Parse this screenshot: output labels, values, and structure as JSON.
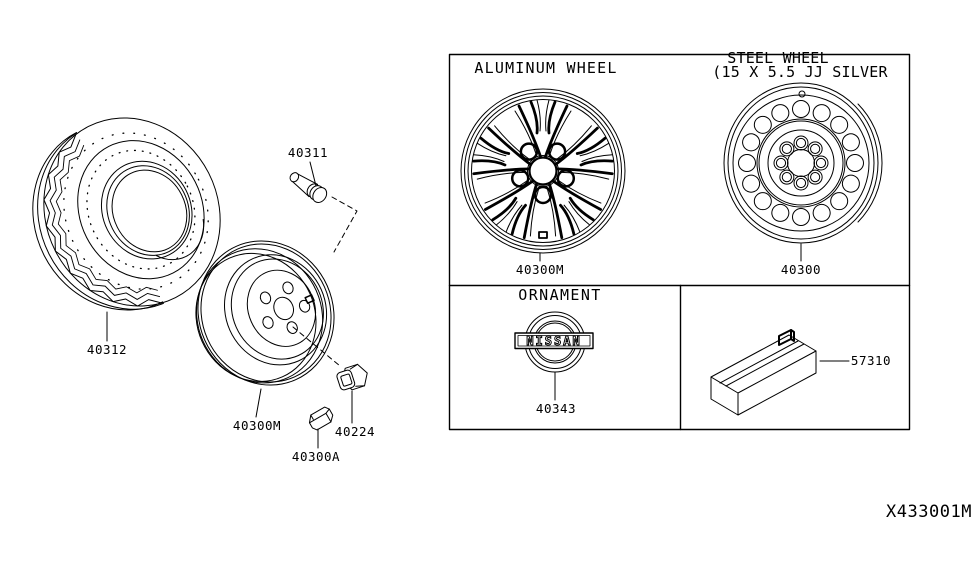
{
  "diagram_code": "X433001M",
  "colors": {
    "line": "#000000",
    "background": "#ffffff"
  },
  "exploded_parts": {
    "tire": {
      "part_no": "40312"
    },
    "valve_stem": {
      "part_no": "40311"
    },
    "road_wheel": {
      "part_no": "40300M"
    },
    "wheel_nut": {
      "part_no": "40224"
    },
    "balance_weight": {
      "part_no": "40300A"
    }
  },
  "panels": {
    "wheels": {
      "aluminum": {
        "title": "ALUMINUM WHEEL",
        "part_no": "40300M"
      },
      "steel": {
        "title": "STEEL WHEEL",
        "spec": "(15 X 5.5 JJ SILVER",
        "part_no": "40300"
      }
    },
    "ornament": {
      "title": "ORNAMENT",
      "logo_text": "NISSAN",
      "part_no": "40343"
    },
    "wheel_chock": {
      "part_no": "57310"
    }
  }
}
